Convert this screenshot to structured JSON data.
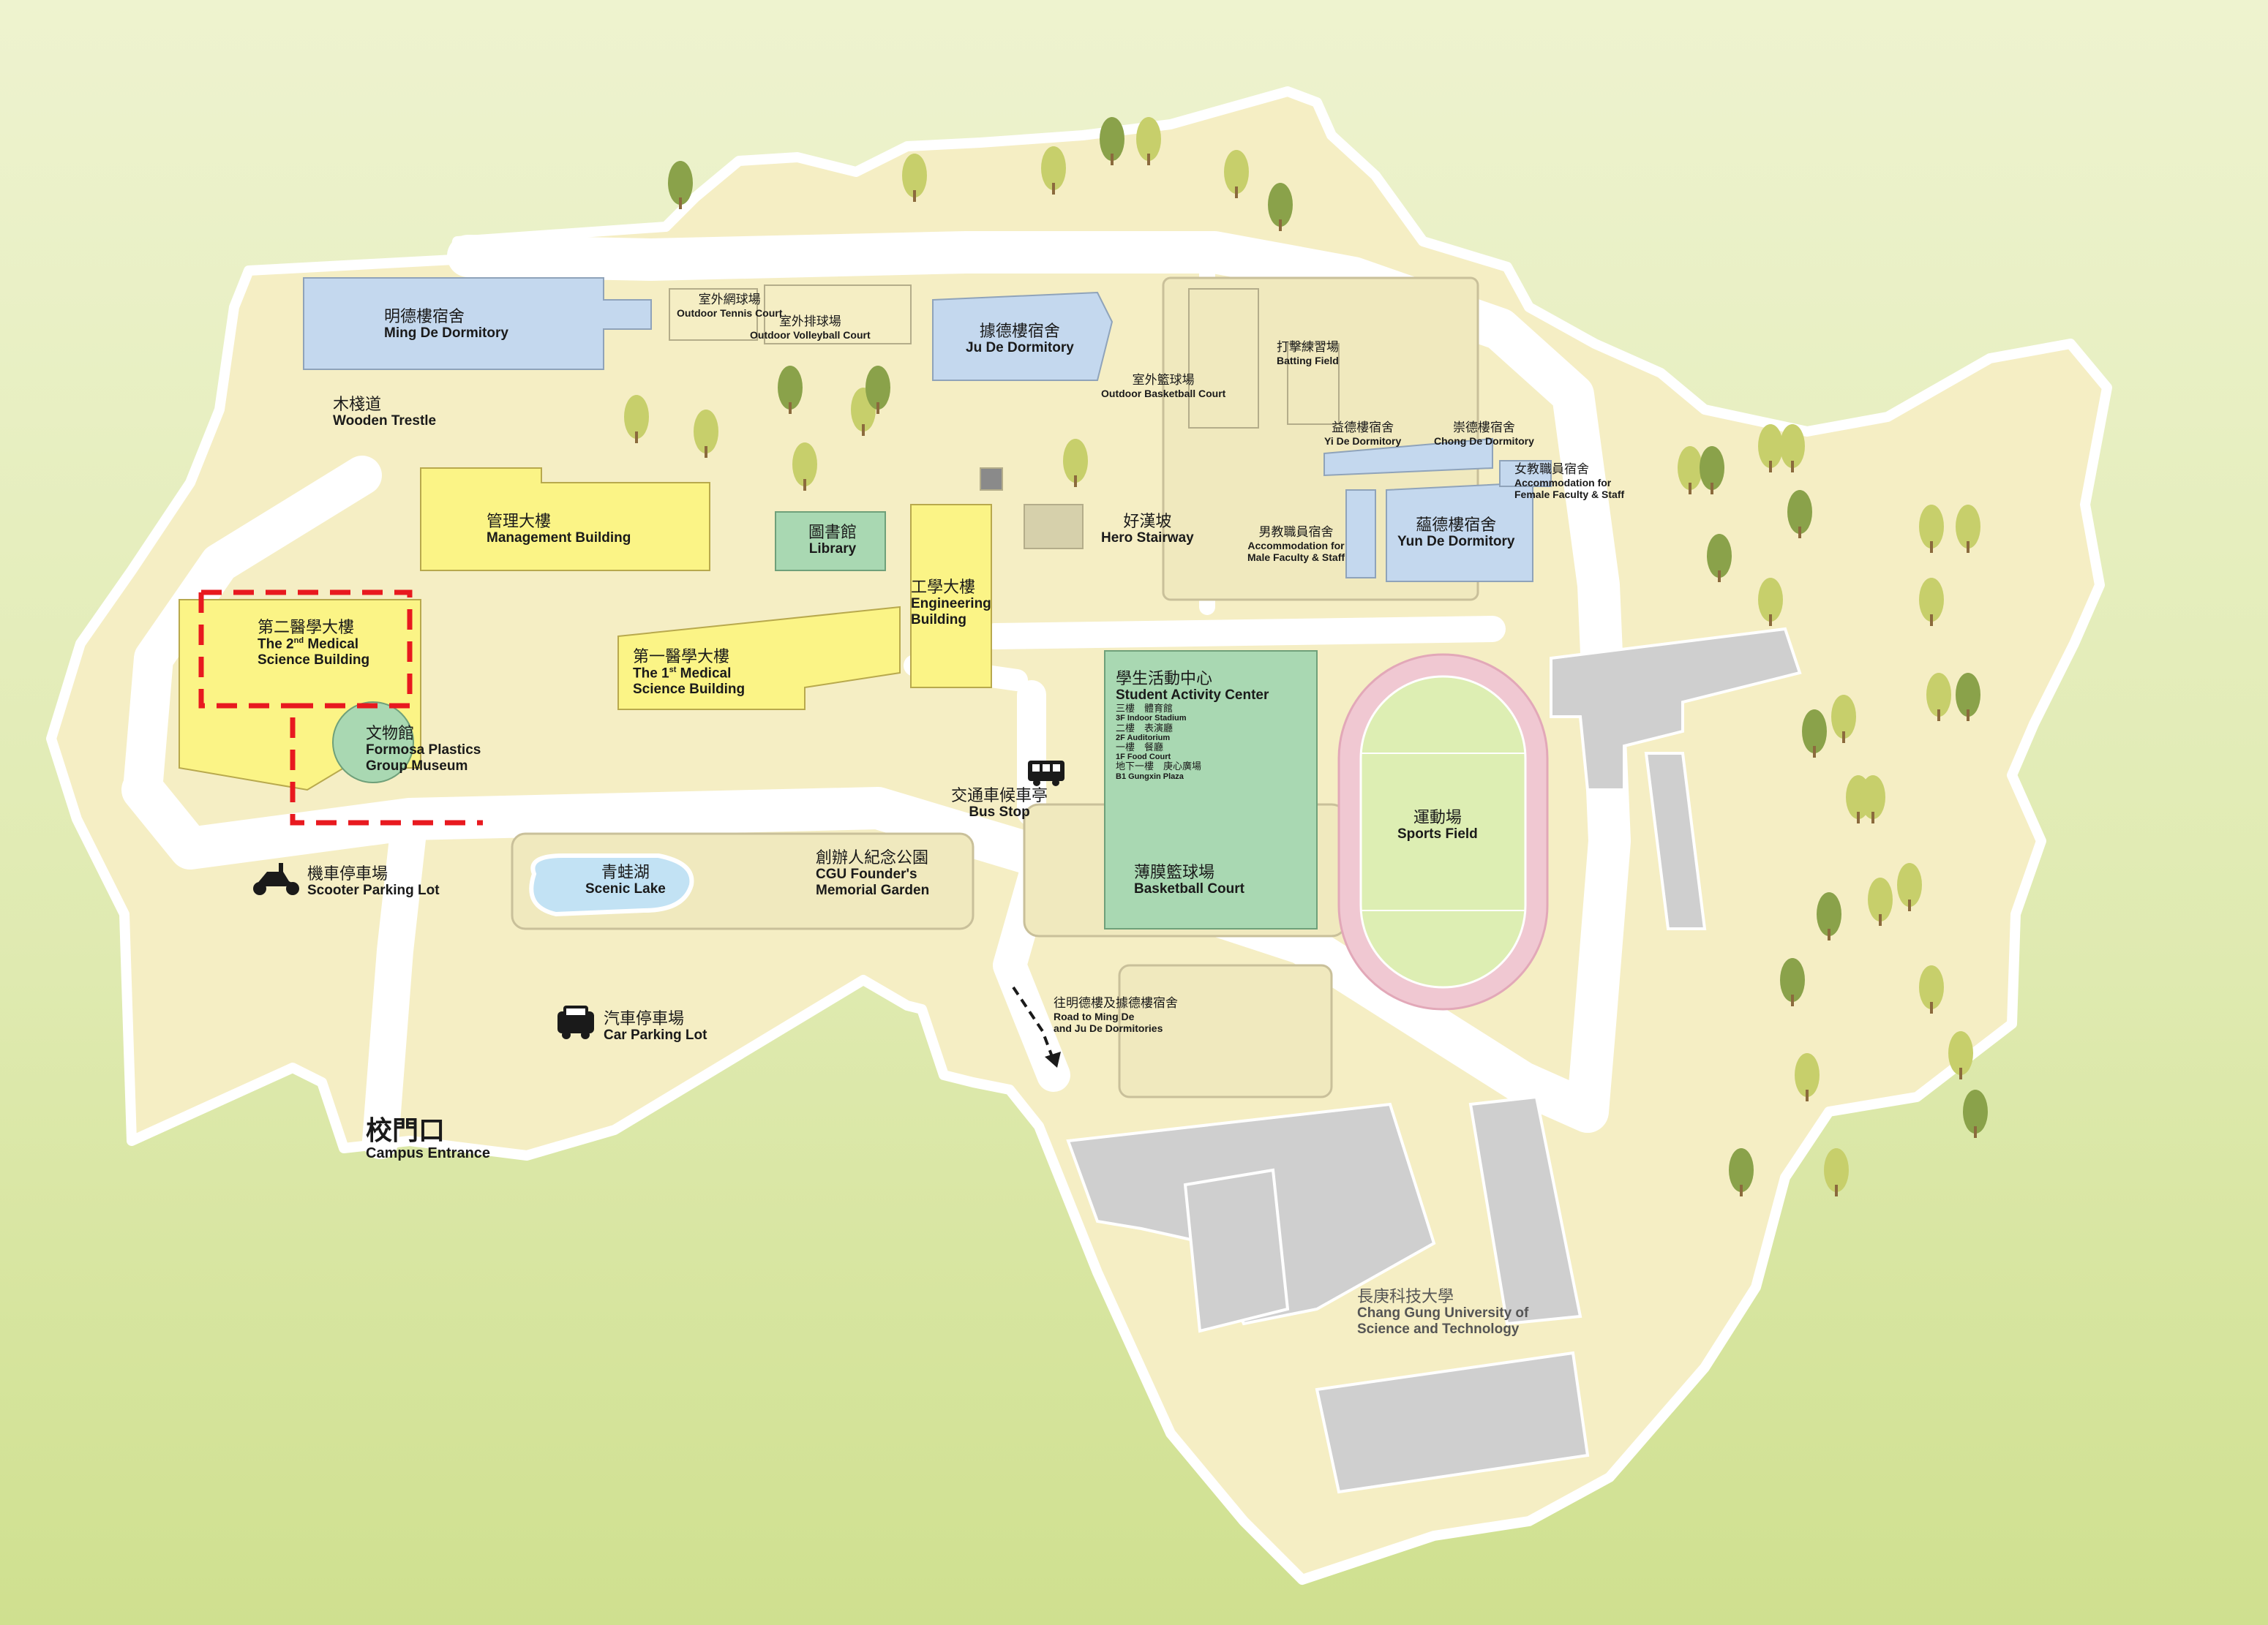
{
  "map": {
    "colors": {
      "campus": "#f5eec4",
      "outline": "#ffffff",
      "road": "#ffffff",
      "dorm": "#c4d8ee",
      "academic": "#fbf486",
      "library": "#a9d8b2",
      "activity": "#a9d8b2",
      "field": "#f0c8d2",
      "grass": "#ddeeb3",
      "cust": "#cfcfcf",
      "highlight": "#e8191f",
      "tree_light": "#c7cf6b",
      "tree_dark": "#8aa24a",
      "trunk": "#8b6a3d"
    },
    "labels": {
      "ming_de": {
        "zh": "明德樓宿舍",
        "en": "Ming De Dormitory"
      },
      "tennis": {
        "zh": "室外網球場",
        "en": "Outdoor Tennis Court"
      },
      "volleyball": {
        "zh": "室外排球場",
        "en": "Outdoor Volleyball Court"
      },
      "ju_de": {
        "zh": "據德樓宿舍",
        "en": "Ju De Dormitory"
      },
      "basketball_out": {
        "zh": "室外籃球場",
        "en": "Outdoor Basketball Court"
      },
      "batting": {
        "zh": "打擊練習場",
        "en": "Batting Field"
      },
      "yi_de": {
        "zh": "益德樓宿舍",
        "en": "Yi De Dormitory"
      },
      "chong_de": {
        "zh": "崇德樓宿舍",
        "en": "Chong De Dormitory"
      },
      "female_staff": {
        "zh": "女教職員宿舍",
        "en1": "Accommodation for",
        "en2": "Female Faculty & Staff"
      },
      "male_staff": {
        "zh": "男教職員宿舍",
        "en1": "Accommodation for",
        "en2": "Male Faculty & Staff"
      },
      "yun_de": {
        "zh": "蘊德樓宿舍",
        "en": "Yun De Dormitory"
      },
      "trestle": {
        "zh": "木棧道",
        "en": "Wooden Trestle"
      },
      "management": {
        "zh": "管理大樓",
        "en": "Management Building"
      },
      "library": {
        "zh": "圖書館",
        "en": "Library"
      },
      "hero": {
        "zh": "好漢坡",
        "en": "Hero Stairway"
      },
      "engineering": {
        "zh": "工學大樓",
        "en1": "Engineering",
        "en2": "Building"
      },
      "med2": {
        "zh": "第二醫學大樓",
        "en1a": "The 2",
        "sup": "nd",
        "en1b": " Medical",
        "en2": "Science Building"
      },
      "med1": {
        "zh": "第一醫學大樓",
        "en1a": "The 1",
        "sup": "st",
        "en1b": " Medical",
        "en2": "Science Building"
      },
      "museum": {
        "zh": "文物館",
        "en1": "Formosa Plastics",
        "en2": "Group Museum"
      },
      "sac": {
        "zh": "學生活動中心",
        "en": "Student Activity Center",
        "floors": [
          {
            "zh": "三樓　體育館",
            "en": "3F Indoor Stadium"
          },
          {
            "zh": "二樓　表演廳",
            "en": "2F Auditorium"
          },
          {
            "zh": "一樓　餐廳",
            "en": "1F Food Court"
          },
          {
            "zh": "地下一樓　庚心廣場",
            "en": "B1 Gungxin Plaza"
          }
        ]
      },
      "sports": {
        "zh": "運動場",
        "en": "Sports Field"
      },
      "bus": {
        "zh": "交通車候車亭",
        "en": "Bus Stop"
      },
      "scooter": {
        "zh": "機車停車場",
        "en": "Scooter Parking Lot"
      },
      "lake": {
        "zh": "青蛙湖",
        "en": "Scenic Lake"
      },
      "founder": {
        "zh": "創辦人紀念公園",
        "en1": "CGU Founder's",
        "en2": "Memorial Garden"
      },
      "basketball_thin": {
        "zh": "薄膜籃球場",
        "en": "Basketball Court"
      },
      "road_dorm": {
        "zh": "往明德樓及據德樓宿舍",
        "en1": "Road to Ming De",
        "en2": "and Ju De Dormitories"
      },
      "car": {
        "zh": "汽車停車場",
        "en": "Car Parking Lot"
      },
      "entrance": {
        "zh": "校門口",
        "en": "Campus Entrance"
      },
      "cust": {
        "zh": "長庚科技大學",
        "en1": "Chang Gung University of",
        "en2": "Science and Technology"
      }
    }
  }
}
